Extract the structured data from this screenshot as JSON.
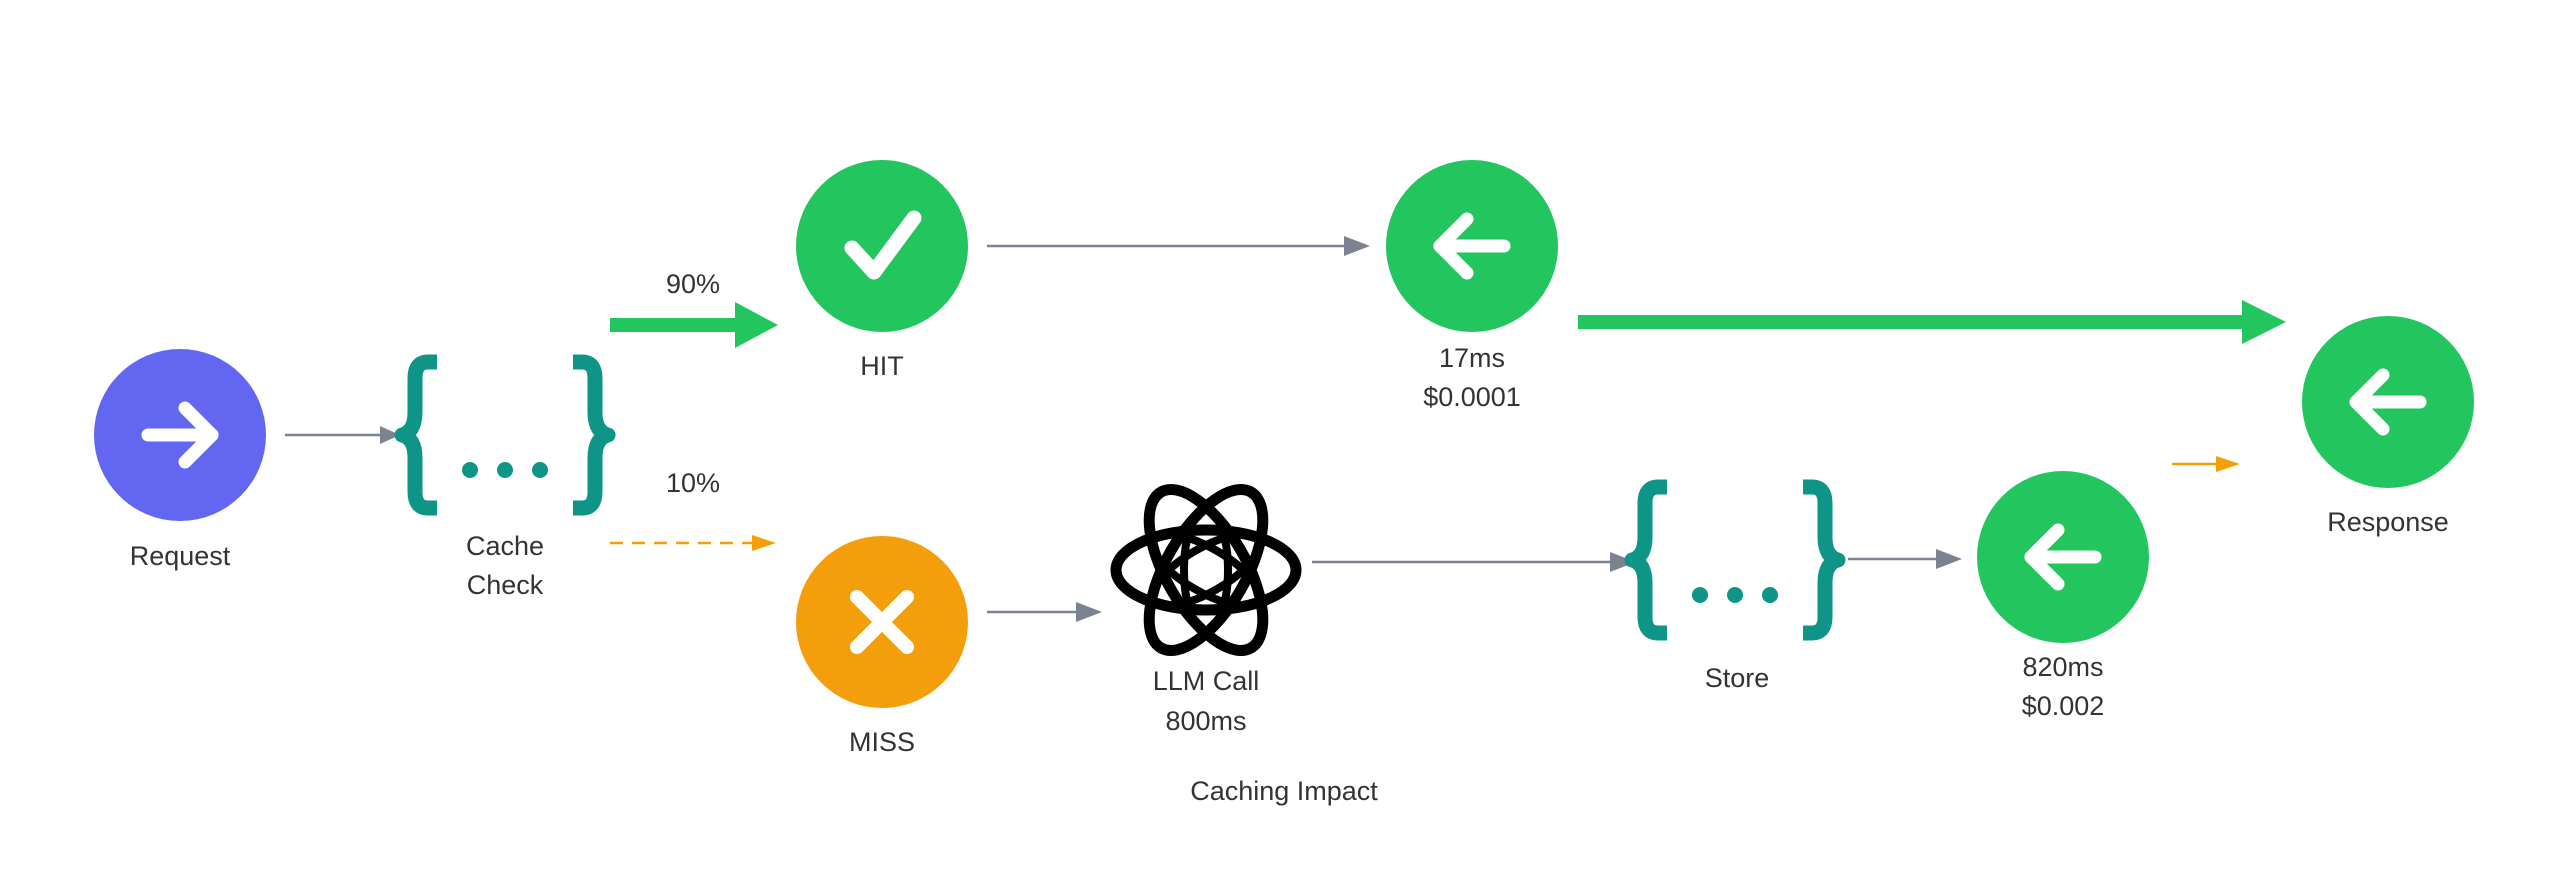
{
  "diagram": {
    "caption": "Caching Impact",
    "colors": {
      "request": "#6366f1",
      "success": "#22c55e",
      "miss": "#f59e0b",
      "store": "#0f9488",
      "edge": "#6b7280",
      "text": "#333333"
    },
    "nodes": {
      "request": {
        "label": "Request",
        "icon": "arrow-right-icon"
      },
      "cache_check": {
        "label_line1": "Cache",
        "label_line2": "Check",
        "icon": "curly-braces-icon"
      },
      "hit": {
        "label": "HIT",
        "icon": "check-icon"
      },
      "hit_return": {
        "label_line1": "17ms",
        "label_line2": "$0.0001",
        "icon": "arrow-left-icon"
      },
      "miss": {
        "label": "MISS",
        "icon": "x-icon"
      },
      "llm_call": {
        "label_line1": "LLM Call",
        "label_line2": "800ms",
        "icon": "openai-logo-icon"
      },
      "store": {
        "label": "Store",
        "icon": "curly-braces-icon"
      },
      "miss_return": {
        "label_line1": "820ms",
        "label_line2": "$0.002",
        "icon": "arrow-left-icon"
      },
      "response": {
        "label": "Response",
        "icon": "arrow-left-icon"
      }
    },
    "edges": {
      "hit_share": "90%",
      "miss_share": "10%"
    }
  }
}
